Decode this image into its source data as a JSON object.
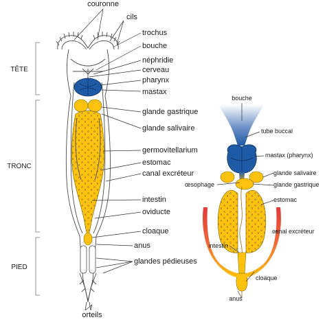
{
  "sections": {
    "head": "TÊTE",
    "trunk": "TRONC",
    "foot": "PIED"
  },
  "left_labels": {
    "corona": "couronne",
    "cilia": "cils",
    "trochus": "trochus",
    "mouth": "bouche",
    "nephridium": "néphridie",
    "brain": "cerveau",
    "pharynx": "pharynx",
    "mastax": "mastax",
    "gastric_gland": "glande gastrique",
    "salivary_gland": "glande salivaire",
    "germovitellarium": "germovitellarium",
    "stomach": "estomac",
    "excretory_canal": "canal excréteur",
    "intestine": "intestin",
    "oviduct": "oviducte",
    "cloaca": "cloaque",
    "anus": "anus",
    "pedal_glands": "glandes pédieuses",
    "toes": "orteils"
  },
  "right_labels": {
    "mouth": "bouche",
    "buccal_tube": "tube buccal",
    "mastax": "mastax (pharynx)",
    "salivary_gland": "glande salivaire",
    "esophagus": "œsophage",
    "gastric_gland": "glande gastrique",
    "stomach": "estomac",
    "excretory_canal": "canal excréteur",
    "intestine": "intestin",
    "cloaca": "cloaque",
    "anus": "anus"
  },
  "colors": {
    "digestive_yellow": "#FFC20E",
    "mastax_blue": "#1F5AA6",
    "excretory_red": "#E23A3A"
  }
}
